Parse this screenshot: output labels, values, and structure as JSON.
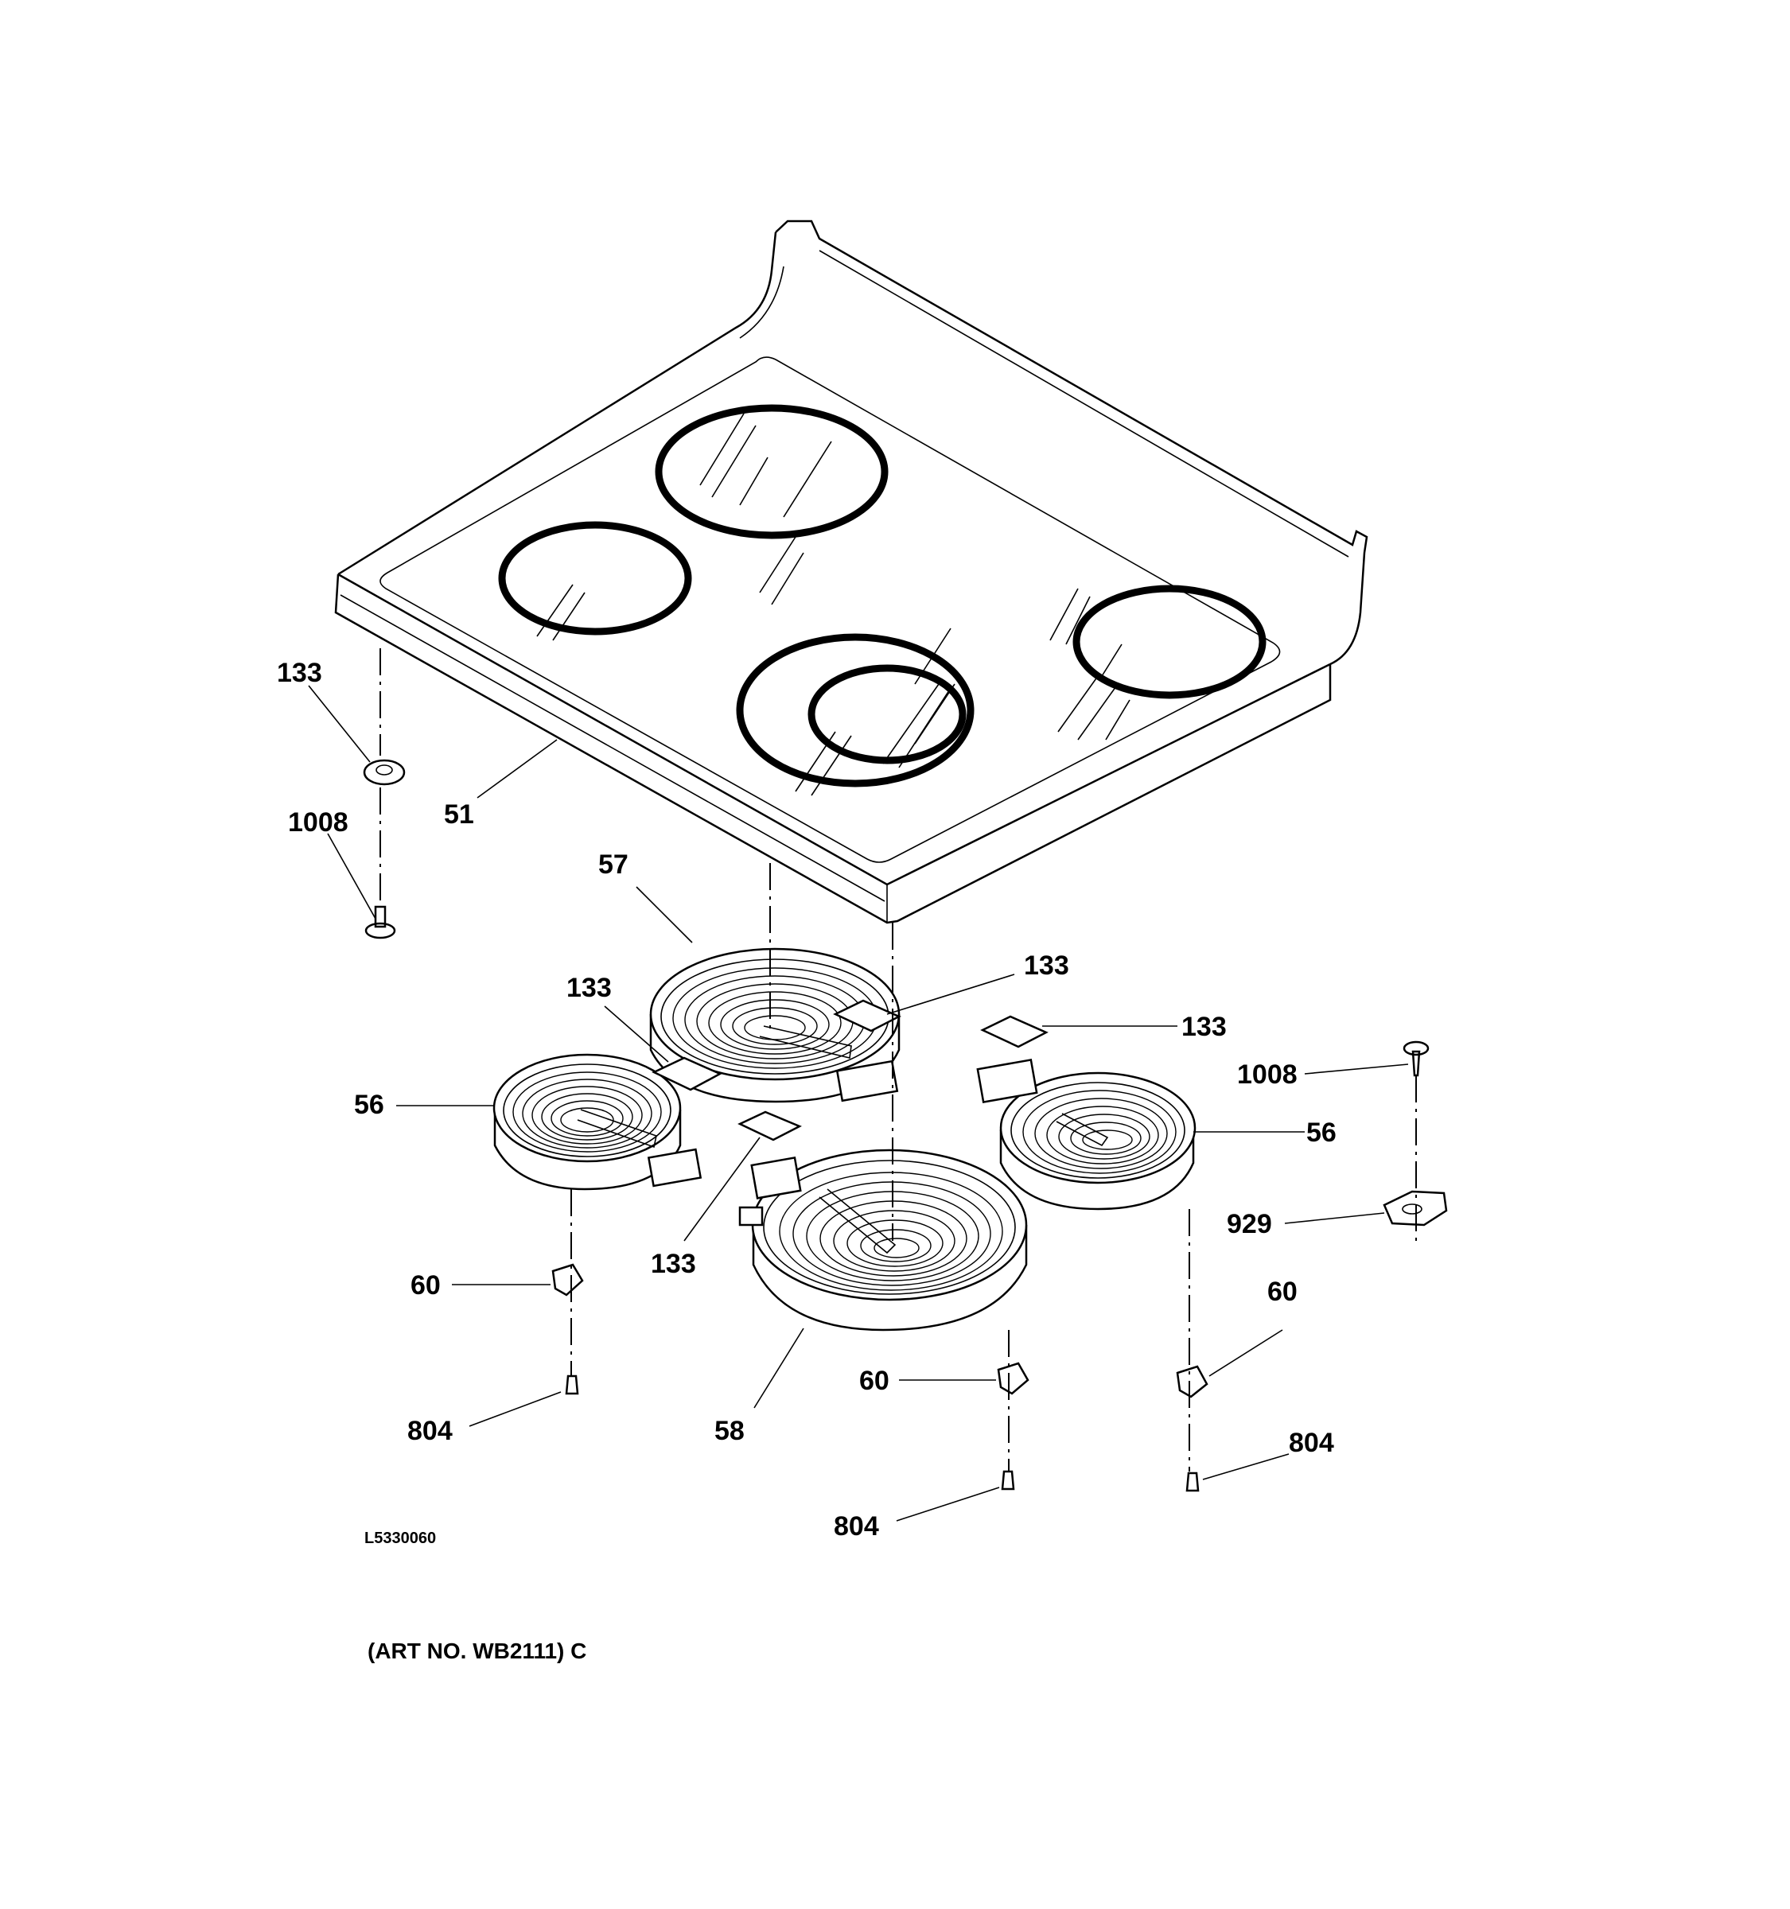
{
  "labels": {
    "cooktop": "51",
    "element_57": "57",
    "element_56_left": "56",
    "element_56_right": "56",
    "element_58": "58",
    "pad_top_left": "133",
    "pad_top_right": "133",
    "pad_right": "133",
    "pad_mid": "133",
    "pad_lower": "133",
    "screw_1008_left": "1008",
    "screw_1008_right": "1008",
    "bracket_929": "929",
    "clip_60_left": "60",
    "clip_60_mid": "60",
    "clip_60_right": "60",
    "screw_804_left": "804",
    "screw_804_mid": "804",
    "screw_804_right": "804"
  },
  "drawing_code": "L5330060",
  "art_number": "(ART NO. WB2111) C"
}
